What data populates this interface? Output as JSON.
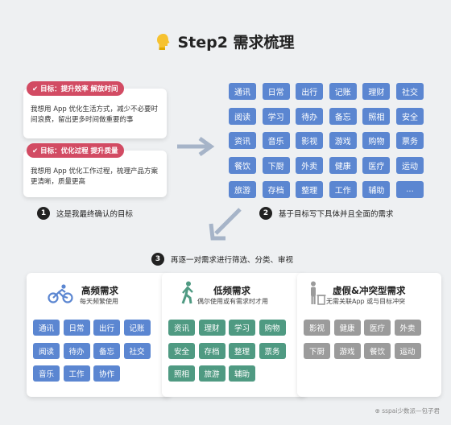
{
  "header": {
    "title": "Step2 需求梳理",
    "icon": "lightbulb-head-icon"
  },
  "goals": [
    {
      "tag": "目标：提升效率 解放时间",
      "text": "我想用 App 优化生活方式，减少不必要时间浪费，留出更多时间做重要的事"
    },
    {
      "tag": "目标：优化过程 提升质量",
      "text": "我想用 App 优化工作过程，梳理产品方案更清晰，质量更高"
    }
  ],
  "requirements": [
    "通讯",
    "日常",
    "出行",
    "记账",
    "理财",
    "社交",
    "阅读",
    "学习",
    "待办",
    "备忘",
    "照相",
    "安全",
    "资讯",
    "音乐",
    "影视",
    "游戏",
    "购物",
    "票务",
    "餐饮",
    "下厨",
    "外卖",
    "健康",
    "医疗",
    "运动",
    "旅游",
    "存档",
    "整理",
    "工作",
    "辅助",
    "..."
  ],
  "steps": [
    {
      "num": "1",
      "text": "这是我最终确认的目标"
    },
    {
      "num": "2",
      "text": "基于目标写下具体并且全面的需求"
    },
    {
      "num": "3",
      "text": "再逐一对需求进行筛选、分类、审视"
    }
  ],
  "panels": [
    {
      "title": "高频需求",
      "subtitle": "每天频繁使用",
      "color": "#5b86d1",
      "items": [
        "通讯",
        "日常",
        "出行",
        "记账",
        "阅读",
        "待办",
        "备忘",
        "社交",
        "音乐",
        "工作",
        "协作"
      ]
    },
    {
      "title": "低频需求",
      "subtitle": "偶尔使用或有需求时才用",
      "color": "#4f9a82",
      "items": [
        "资讯",
        "理财",
        "学习",
        "购物",
        "安全",
        "存档",
        "整理",
        "票务",
        "照相",
        "旅游",
        "辅助"
      ]
    },
    {
      "title": "虚假&冲突型需求",
      "subtitle": "无需关联App 或与目标冲突",
      "color": "#9b9b9b",
      "items": [
        "影视",
        "健康",
        "医疗",
        "外卖",
        "下厨",
        "游戏",
        "餐饮",
        "运动"
      ]
    }
  ],
  "footer": {
    "text": "sspai少数派—包子君"
  },
  "colors": {
    "goal_tag": "#d24b63",
    "tile_blue": "#5b86d1",
    "tile_green": "#4f9a82",
    "tile_gray": "#9b9b9b",
    "arrow": "#a6b4c8"
  }
}
